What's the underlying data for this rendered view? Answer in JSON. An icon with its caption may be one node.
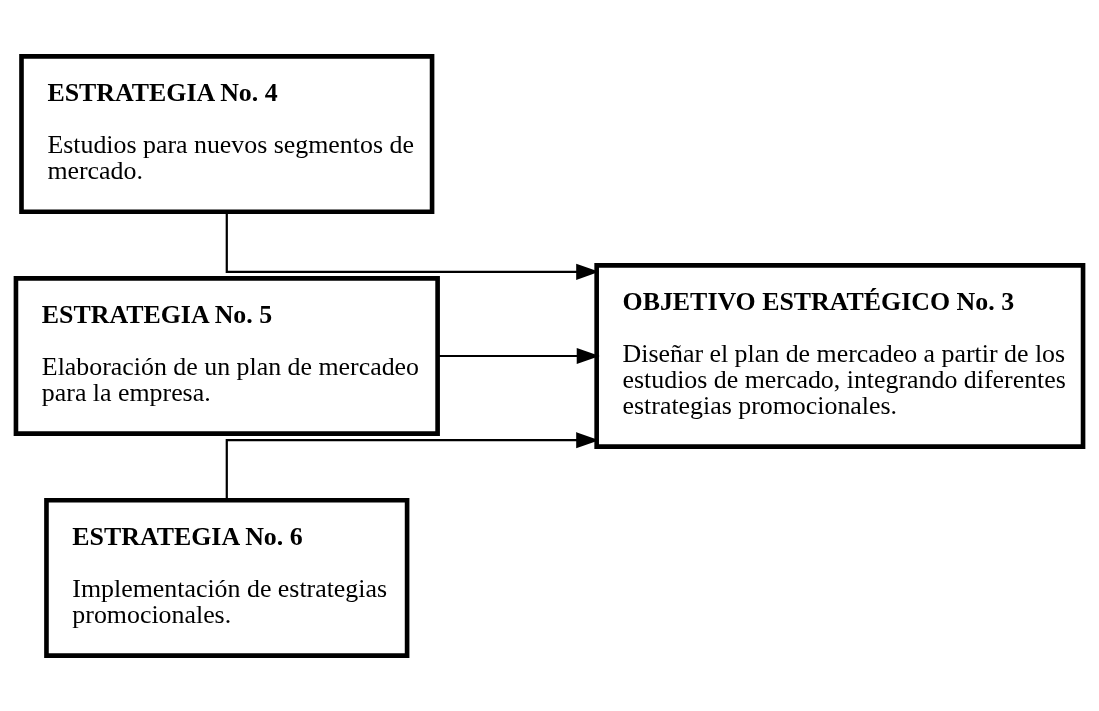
{
  "diagram": {
    "nodes": [
      {
        "text": [
          "ESTRATEGIA No. 4",
          "Estudios para nuevos segmentos de mercado."
        ]
      },
      {
        "text": [
          "ESTRATEGIA No. 5",
          "Elaboración de un plan de mercadeo para la empresa."
        ]
      },
      {
        "text": [
          "ESTRATEGIA No. 6",
          "Implementación de estrategias promocionales."
        ]
      },
      {
        "text": [
          "OBJETIVO ESTRATÉGICO No. 3",
          "Diseñar el plan de mercadeo a partir de los estudios de mercado, integrando diferentes estrategias promocionales."
        ]
      }
    ],
    "edges": [
      {
        "from": 0,
        "to": 3,
        "arrow": "to"
      },
      {
        "from": 1,
        "to": 3,
        "arrow": "to"
      },
      {
        "from": 2,
        "to": 3,
        "arrow": "to"
      }
    ]
  }
}
